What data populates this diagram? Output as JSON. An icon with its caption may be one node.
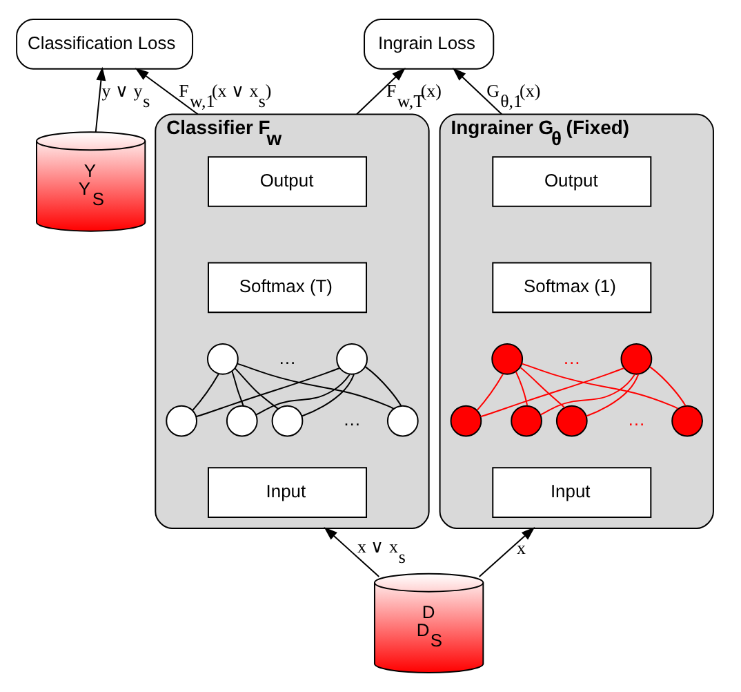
{
  "diagram": {
    "nodes": [
      {
        "text": [
          "Classification Loss"
        ]
      },
      {
        "text": [
          "Ingrain Loss"
        ]
      },
      {
        "text": [
          "Y",
          "Y$_{S}$"
        ]
      },
      {
        "text": [
          "Classifier F$_{w}$"
        ]
      },
      {
        "text": [
          "Output"
        ],
        "in": 3
      },
      {
        "text": [
          "Softmax (T)"
        ],
        "in": 3
      },
      {
        "text": [],
        "shape": "circle",
        "in": 3
      },
      {
        "text": [],
        "shape": "circle",
        "in": 3
      },
      {
        "text": [],
        "shape": "circle",
        "in": 3
      },
      {
        "text": [],
        "shape": "circle",
        "in": 3
      },
      {
        "text": [],
        "shape": "circle",
        "in": 3
      },
      {
        "text": [],
        "shape": "circle",
        "in": 3
      },
      {
        "text": [
          "Input"
        ],
        "in": 3
      },
      {
        "text": [
          "Ingrainer G$_{θ}$ (Fixed)"
        ]
      },
      {
        "text": [
          "Output"
        ],
        "in": 13
      },
      {
        "text": [
          "Softmax (1)"
        ],
        "in": 13
      },
      {
        "text": [],
        "shape": "circle",
        "in": 13
      },
      {
        "text": [],
        "shape": "circle",
        "in": 13
      },
      {
        "text": [],
        "shape": "circle",
        "in": 13
      },
      {
        "text": [],
        "shape": "circle",
        "in": 13
      },
      {
        "text": [],
        "shape": "circle",
        "in": 13
      },
      {
        "text": [],
        "shape": "circle",
        "in": 13
      },
      {
        "text": [
          "Input"
        ],
        "in": 13
      },
      {
        "text": [
          "D",
          "D$_{S}$"
        ]
      }
    ],
    "edges": [
      {
        "from": 2,
        "to": 0,
        "arrow": "to",
        "label": "y ∨ y$_{s}$"
      },
      {
        "from": 3,
        "to": 0,
        "arrow": "to",
        "label": "F$_{w,1}$(x ∨ x$_{s}$)"
      },
      {
        "from": 3,
        "to": 1,
        "arrow": "to",
        "label": "F$_{w,T}$(x)"
      },
      {
        "from": 13,
        "to": 1,
        "arrow": "to",
        "label": "G$_{θ,1}$(x)"
      },
      {
        "from": 23,
        "to": 3,
        "arrow": "to",
        "label": "x ∨ x$_{s}$"
      },
      {
        "from": 23,
        "to": 13,
        "arrow": "to",
        "label": "x"
      },
      {
        "from": 8,
        "to": 6,
        "arrow": "none"
      },
      {
        "from": 9,
        "to": 6,
        "arrow": "none"
      },
      {
        "from": 10,
        "to": 6,
        "arrow": "none"
      },
      {
        "from": 11,
        "to": 6,
        "arrow": "none"
      },
      {
        "from": 8,
        "to": 7,
        "arrow": "none"
      },
      {
        "from": 9,
        "to": 7,
        "arrow": "none"
      },
      {
        "from": 10,
        "to": 7,
        "arrow": "none"
      },
      {
        "from": 11,
        "to": 7,
        "arrow": "none"
      },
      {
        "from": 18,
        "to": 16,
        "arrow": "none",
        "color": "#ff0000"
      },
      {
        "from": 19,
        "to": 16,
        "arrow": "none",
        "color": "#ff0000"
      },
      {
        "from": 20,
        "to": 16,
        "arrow": "none",
        "color": "#ff0000"
      },
      {
        "from": 21,
        "to": 16,
        "arrow": "none",
        "color": "#ff0000"
      },
      {
        "from": 18,
        "to": 17,
        "arrow": "none",
        "color": "#ff0000"
      },
      {
        "from": 19,
        "to": 17,
        "arrow": "none",
        "color": "#ff0000"
      },
      {
        "from": 20,
        "to": 17,
        "arrow": "none",
        "color": "#ff0000"
      },
      {
        "from": 21,
        "to": 17,
        "arrow": "none",
        "color": "#ff0000"
      }
    ],
    "labels": [
      "…",
      "…",
      "…",
      "…"
    ]
  }
}
